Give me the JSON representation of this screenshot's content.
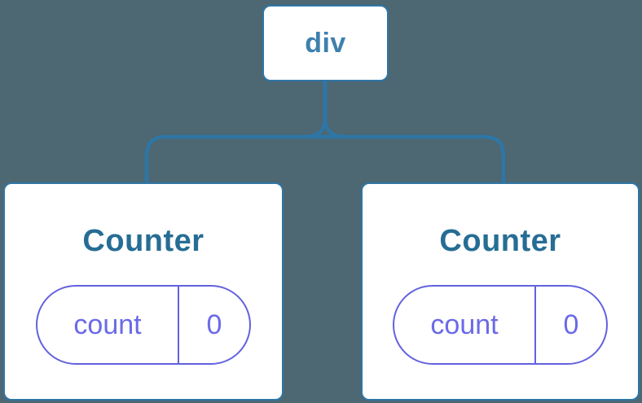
{
  "diagram": {
    "root_node": {
      "label": "div"
    },
    "children": [
      {
        "title": "Counter",
        "state_pill": {
          "key": "count",
          "value": "0"
        }
      },
      {
        "title": "Counter",
        "state_pill": {
          "key": "count",
          "value": "0"
        }
      }
    ]
  },
  "colors": {
    "background": "#4D6773",
    "connector_line": "#2E76A6",
    "node_border": "#2E76A6",
    "node_background": "#FFFFFF",
    "root_label_text": "#3E80AE",
    "component_title_text": "#266D94",
    "state_pill_border": "#6262DE",
    "state_pill_text": "#6A6AE8"
  }
}
